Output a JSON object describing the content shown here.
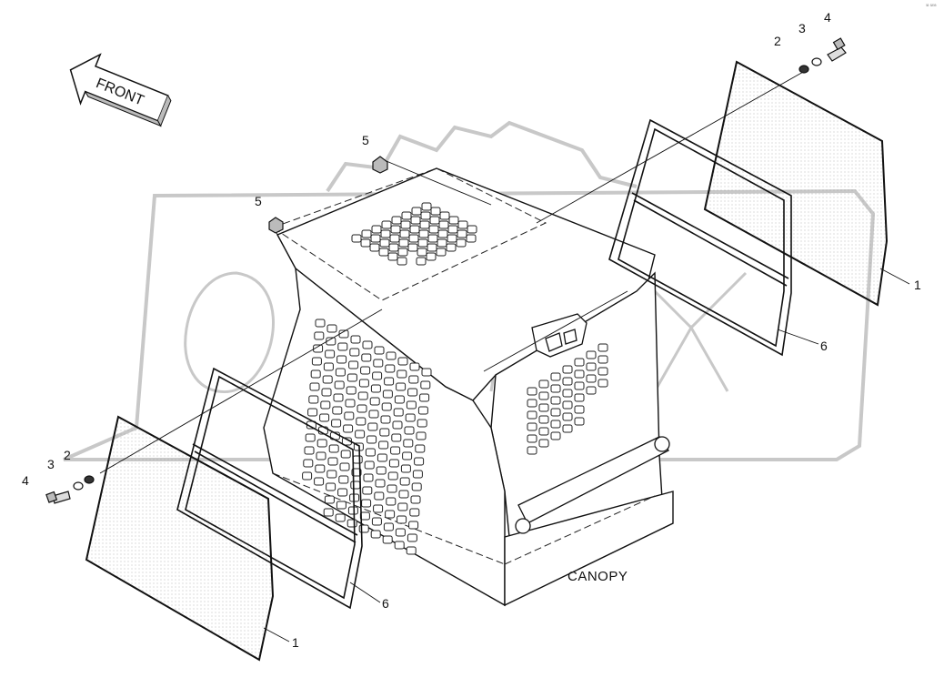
{
  "diagram": {
    "arrow_label": "FRONT",
    "assembly_label": "CANOPY",
    "watermark": "OPEX",
    "corner_mark": "³² ³²³³",
    "callouts": {
      "top_right_1": "1",
      "top_right_2": "2",
      "top_right_3": "3",
      "top_right_4": "4",
      "top_right_6": "6",
      "bottom_left_1": "1",
      "bottom_left_2": "2",
      "bottom_left_3": "3",
      "bottom_left_4": "4",
      "bottom_left_6": "6",
      "top_5": "5",
      "mid_5": "5"
    }
  }
}
